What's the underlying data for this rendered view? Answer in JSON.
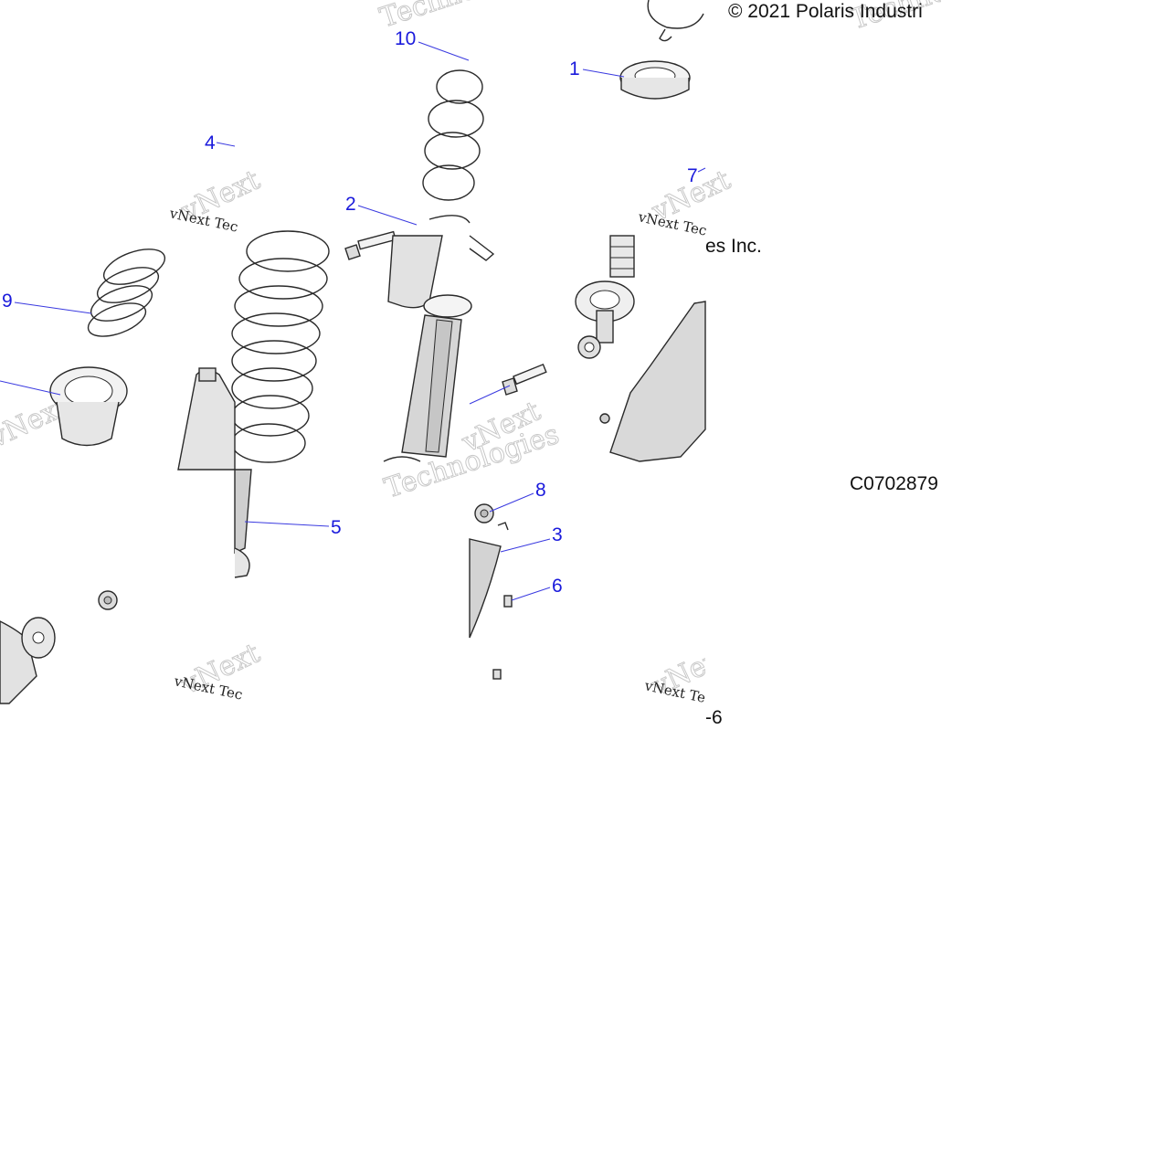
{
  "diagram": {
    "copyright": "© 2021 Polaris Industri",
    "copyright_tail": "es Inc.",
    "figure_code": "C0702879",
    "page_fragment": "-6",
    "callouts": [
      "10",
      "1",
      "4",
      "7",
      "2",
      "9",
      "8",
      "3",
      "6",
      "5"
    ],
    "watermark_line": "vNext Tec",
    "watermark_technologies": "Technologies",
    "watermark_vnext": "vNext"
  },
  "colors": {
    "callout": "#1a1adc",
    "leader": "#3a3ae0",
    "part_outline": "#2a2a2a",
    "part_fill": "#ececec",
    "watermark": "#c8c8c8"
  }
}
